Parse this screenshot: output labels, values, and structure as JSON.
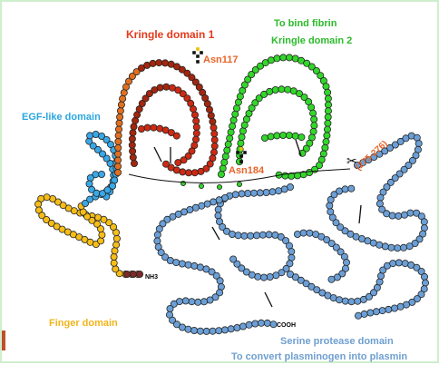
{
  "labels": {
    "kringle1": "Kringle domain 1",
    "asn117": "Asn117",
    "to_bind_fibrin": "To bind fibrin",
    "kringle2": "Kringle domain 2",
    "egf": "EGF-like domain",
    "asn184": "Asn184",
    "cleavage_site": "(275-276)",
    "nh3": "NH3",
    "cooh": "COOH",
    "finger": "Finger  domain",
    "serine": "Serine protease domain",
    "convert": "To convert plasminogen into plasmin"
  },
  "colors": {
    "kringle1": "#e53a1a",
    "asn": "#e8642a",
    "kringle2": "#2bbb2b",
    "egf": "#2aa7e0",
    "finger": "#f2b41b",
    "serine": "#6f9fd0",
    "kringle1_bead": "#cc2a14",
    "kringle1_bead_dark": "#a3260f",
    "kringle1_bead_orange": "#e07020",
    "kringle2_bead": "#33d62a",
    "egf_bead": "#3aa8e6",
    "finger_bead": "#f6bd17",
    "serine_bead": "#6c9fd6",
    "nterm_bead": "#7a2a2a"
  }
}
